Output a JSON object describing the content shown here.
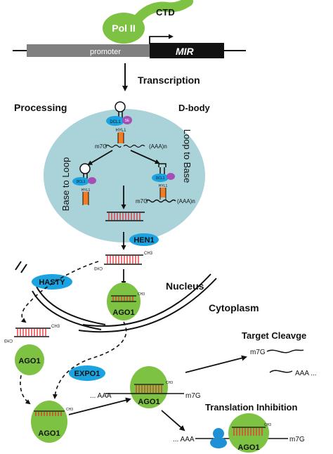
{
  "labels": {
    "pol2": "Pol II",
    "ctd": "CTD",
    "promoter": "promoter",
    "mir": "MIR",
    "transcription": "Transcription",
    "processing": "Processing",
    "dbody": "D-body",
    "base_to_loop": "Base to Loop",
    "loop_to_base": "Loop to Base",
    "hen1": "HEN1",
    "hasty": "HASTY",
    "nucleus": "Nucleus",
    "cytoplasm": "Cytoplasm",
    "expo1": "EXPO1",
    "target_cleavage": "Target  Cleavge",
    "translation_inhibition": "Translation Inhibition",
    "ago1": "AGO1",
    "dcl1": "DCL1",
    "hyl1": "HYL1",
    "se": "SE",
    "ch3": "CH3",
    "m7g": "m7G",
    "aaa": "AAA",
    "aaa_n": "(AAA)n",
    "dots_aaa": "... AAA",
    "aaa_dots": "AAA ..."
  },
  "colors": {
    "dbody_fill": "#a9d2d9",
    "pol2_green": "#7dc242",
    "ago_green": "#7dc242",
    "protein_blue": "#1aa3e0",
    "se_purple": "#a54fb5",
    "promoter_gray": "#808080",
    "stem_red": "#e8262d",
    "stem_orange": "#f37b21",
    "ribosome_blue": "#1e90d6"
  }
}
